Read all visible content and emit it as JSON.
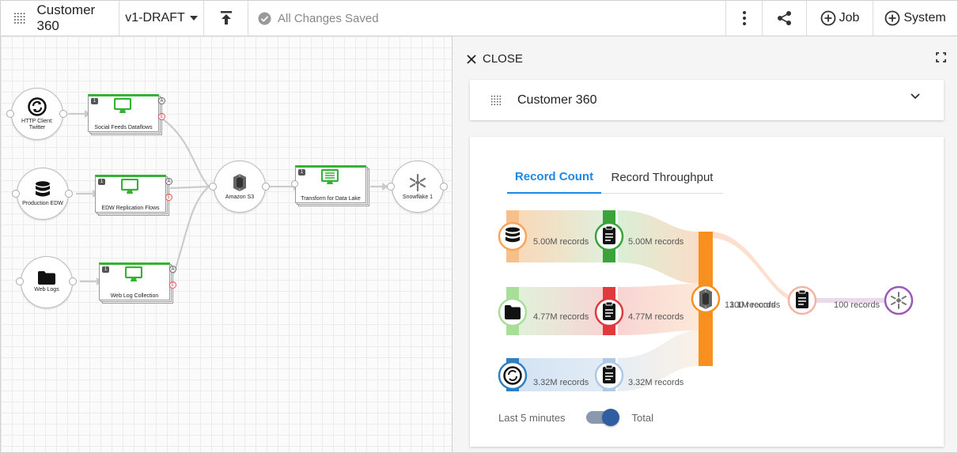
{
  "topbar": {
    "app_title": "Customer 360",
    "version": "v1-DRAFT",
    "status": "All Changes Saved",
    "job_label": "Job",
    "system_label": "System"
  },
  "canvas": {
    "nodes": {
      "http_client": "HTTP Client: Twitter",
      "production_edw": "Production EDW",
      "web_logs": "Web Logs",
      "amazon_s3": "Amazon S3",
      "snowflake": "Snowflake 1"
    },
    "stages": {
      "social": "Social Feeds Dataflows",
      "edw": "EDW Replication Flows",
      "weblog": "Web Log Collection",
      "transform": "Transform for Data Lake"
    },
    "stage_badge": "1",
    "port_a": "A",
    "port_e": "E"
  },
  "panel": {
    "close_label": "CLOSE",
    "pipeline_name": "Customer 360",
    "tabs": {
      "record_count": "Record Count",
      "record_throughput": "Record Throughput"
    },
    "sankey": {
      "src_db": "5.00M records",
      "stage_db": "5.00M records",
      "src_folder": "4.77M records",
      "stage_folder": "4.77M records",
      "src_http": "3.32M records",
      "stage_http": "3.32M records",
      "s3_total": "13.1M records",
      "s3_out": "100 records",
      "final": "100 records"
    },
    "toggle": {
      "left": "Last 5 minutes",
      "right": "Total"
    }
  },
  "colors": {
    "accent": "#1e88e5",
    "stage_green": "#33b233",
    "orange": "#f7901e",
    "red": "#e0393e",
    "blue": "#2f7fc1",
    "purple": "#9b59b6"
  }
}
